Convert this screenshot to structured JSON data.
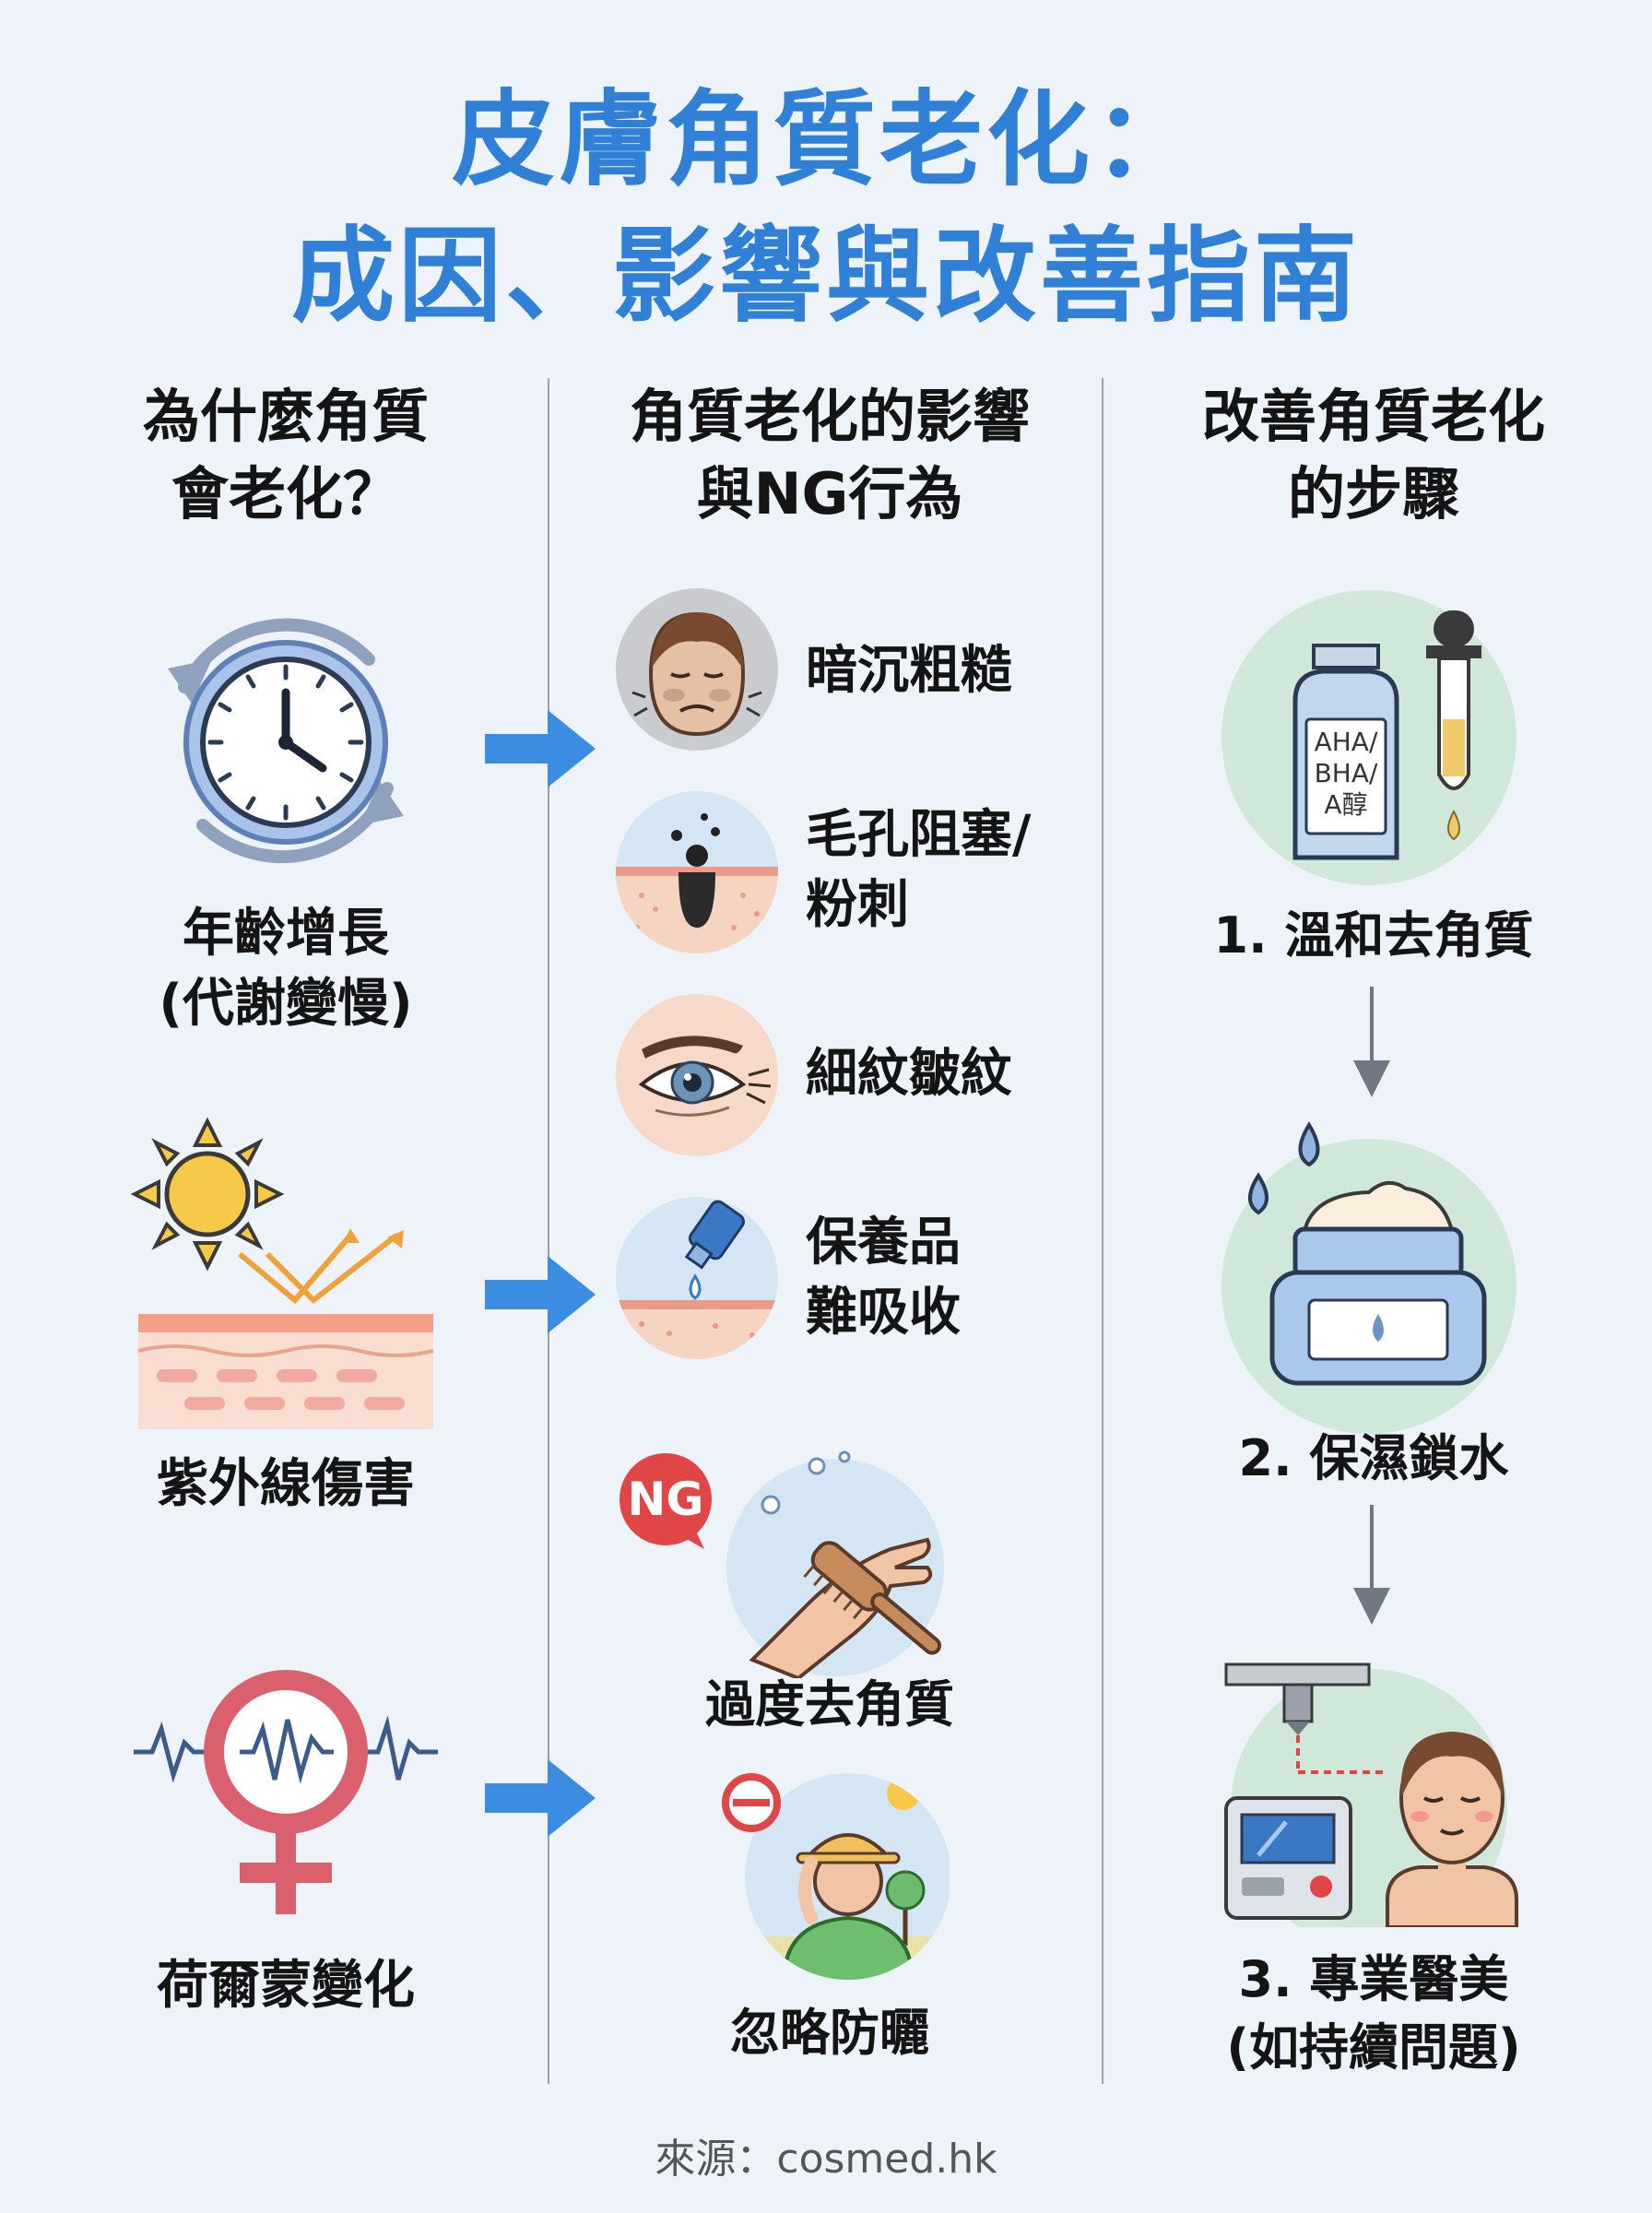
{
  "title": {
    "line1": "皮膚角質老化：",
    "line2": "成因、影響與改善指南"
  },
  "columns": {
    "causes": {
      "heading_line1": "為什麼角質",
      "heading_line2": "會老化？"
    },
    "effects": {
      "heading_line1": "角質老化的影響",
      "heading_line2": "與NG行為"
    },
    "steps": {
      "heading_line1": "改善角質老化",
      "heading_line2": "的步驟"
    }
  },
  "causes": [
    {
      "icon": "clock-cycle-icon",
      "label_line1": "年齡增長",
      "label_line2": "(代謝變慢)"
    },
    {
      "icon": "sun-uv-skin-icon",
      "label_line1": "紫外線傷害",
      "label_line2": ""
    },
    {
      "icon": "female-symbol-hormone-icon",
      "label_line1": "荷爾蒙變化",
      "label_line2": ""
    }
  ],
  "effects": [
    {
      "icon": "dull-face-icon",
      "label_line1": "暗沉粗糙",
      "label_line2": ""
    },
    {
      "icon": "clogged-pore-icon",
      "label_line1": "毛孔阻塞/",
      "label_line2": "粉刺"
    },
    {
      "icon": "eye-wrinkle-icon",
      "label_line1": "細紋皺紋",
      "label_line2": ""
    },
    {
      "icon": "skincare-drop-icon",
      "label_line1": "保養品",
      "label_line2": "難吸收"
    }
  ],
  "ng": {
    "badge": "NG",
    "items": [
      {
        "icon": "scrub-brush-hand-icon",
        "label": "過度去角質"
      },
      {
        "icon": "sun-hat-person-icon",
        "label": "忽略防曬"
      }
    ]
  },
  "steps": [
    {
      "icon": "serum-dropper-icon",
      "bottle_text_1": "AHA/",
      "bottle_text_2": "BHA/",
      "bottle_text_3": "A醇",
      "label_line1": "1. 溫和去角質",
      "label_line2": ""
    },
    {
      "icon": "moisturizer-jar-icon",
      "label_line1": "2. 保濕鎖水",
      "label_line2": ""
    },
    {
      "icon": "laser-treatment-icon",
      "label_line1": "3. 專業醫美",
      "label_line2": "(如持續問題)"
    }
  ],
  "source": "來源：cosmed.hk",
  "colors": {
    "title_blue": "#2f80d6",
    "arrow_blue": "#3a8de0",
    "background": "#eef3f9",
    "ng_red": "#e04646",
    "step_circle_green": "#cfe8d9",
    "effect_circle_blue": "#d4e6f4",
    "effect_circle_peach": "#f6d9c8"
  }
}
